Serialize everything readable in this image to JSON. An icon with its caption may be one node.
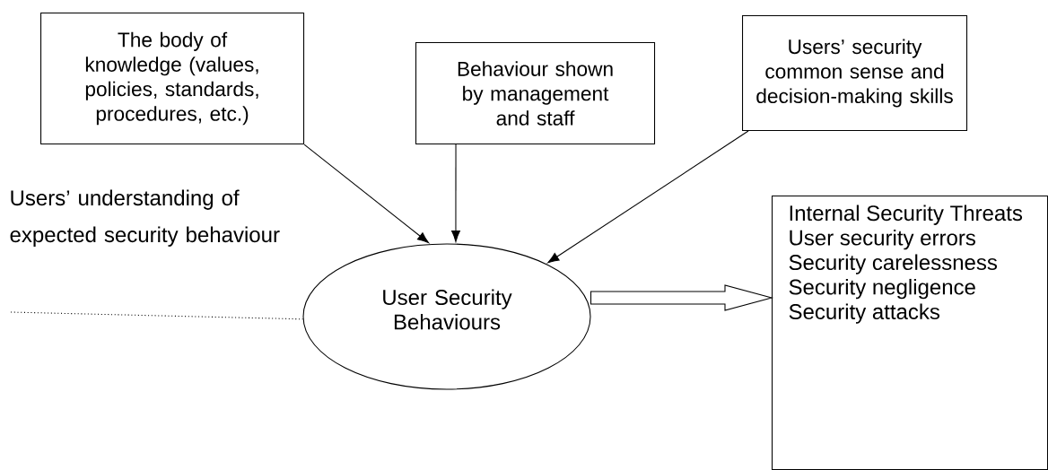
{
  "diagram": {
    "nodes": [
      {
        "text": [
          "The body of knowledge (values, policies, standards, procedures, etc.)"
        ]
      },
      {
        "text": [
          "Behaviour shown by management and staff"
        ]
      },
      {
        "text": [
          "Users’ security common sense and decision-making skills"
        ]
      },
      {
        "text": [
          "User Security Behaviours"
        ]
      },
      {
        "text": [
          "Internal Security Threats",
          "User security errors",
          "Security carelessness",
          "Security negligence",
          "Security attacks"
        ]
      }
    ],
    "edges": [
      {
        "from": 0,
        "to": 3,
        "arrow": "to"
      },
      {
        "from": 1,
        "to": 3,
        "arrow": "to"
      },
      {
        "from": 2,
        "to": 3,
        "arrow": "to"
      },
      {
        "from": 3,
        "to": 4,
        "arrow": "to"
      },
      {
        "from": null,
        "to": 3,
        "arrow": "none",
        "style": "dashed"
      }
    ],
    "labels": [
      "Users’ understanding of expected security behaviour"
    ]
  }
}
